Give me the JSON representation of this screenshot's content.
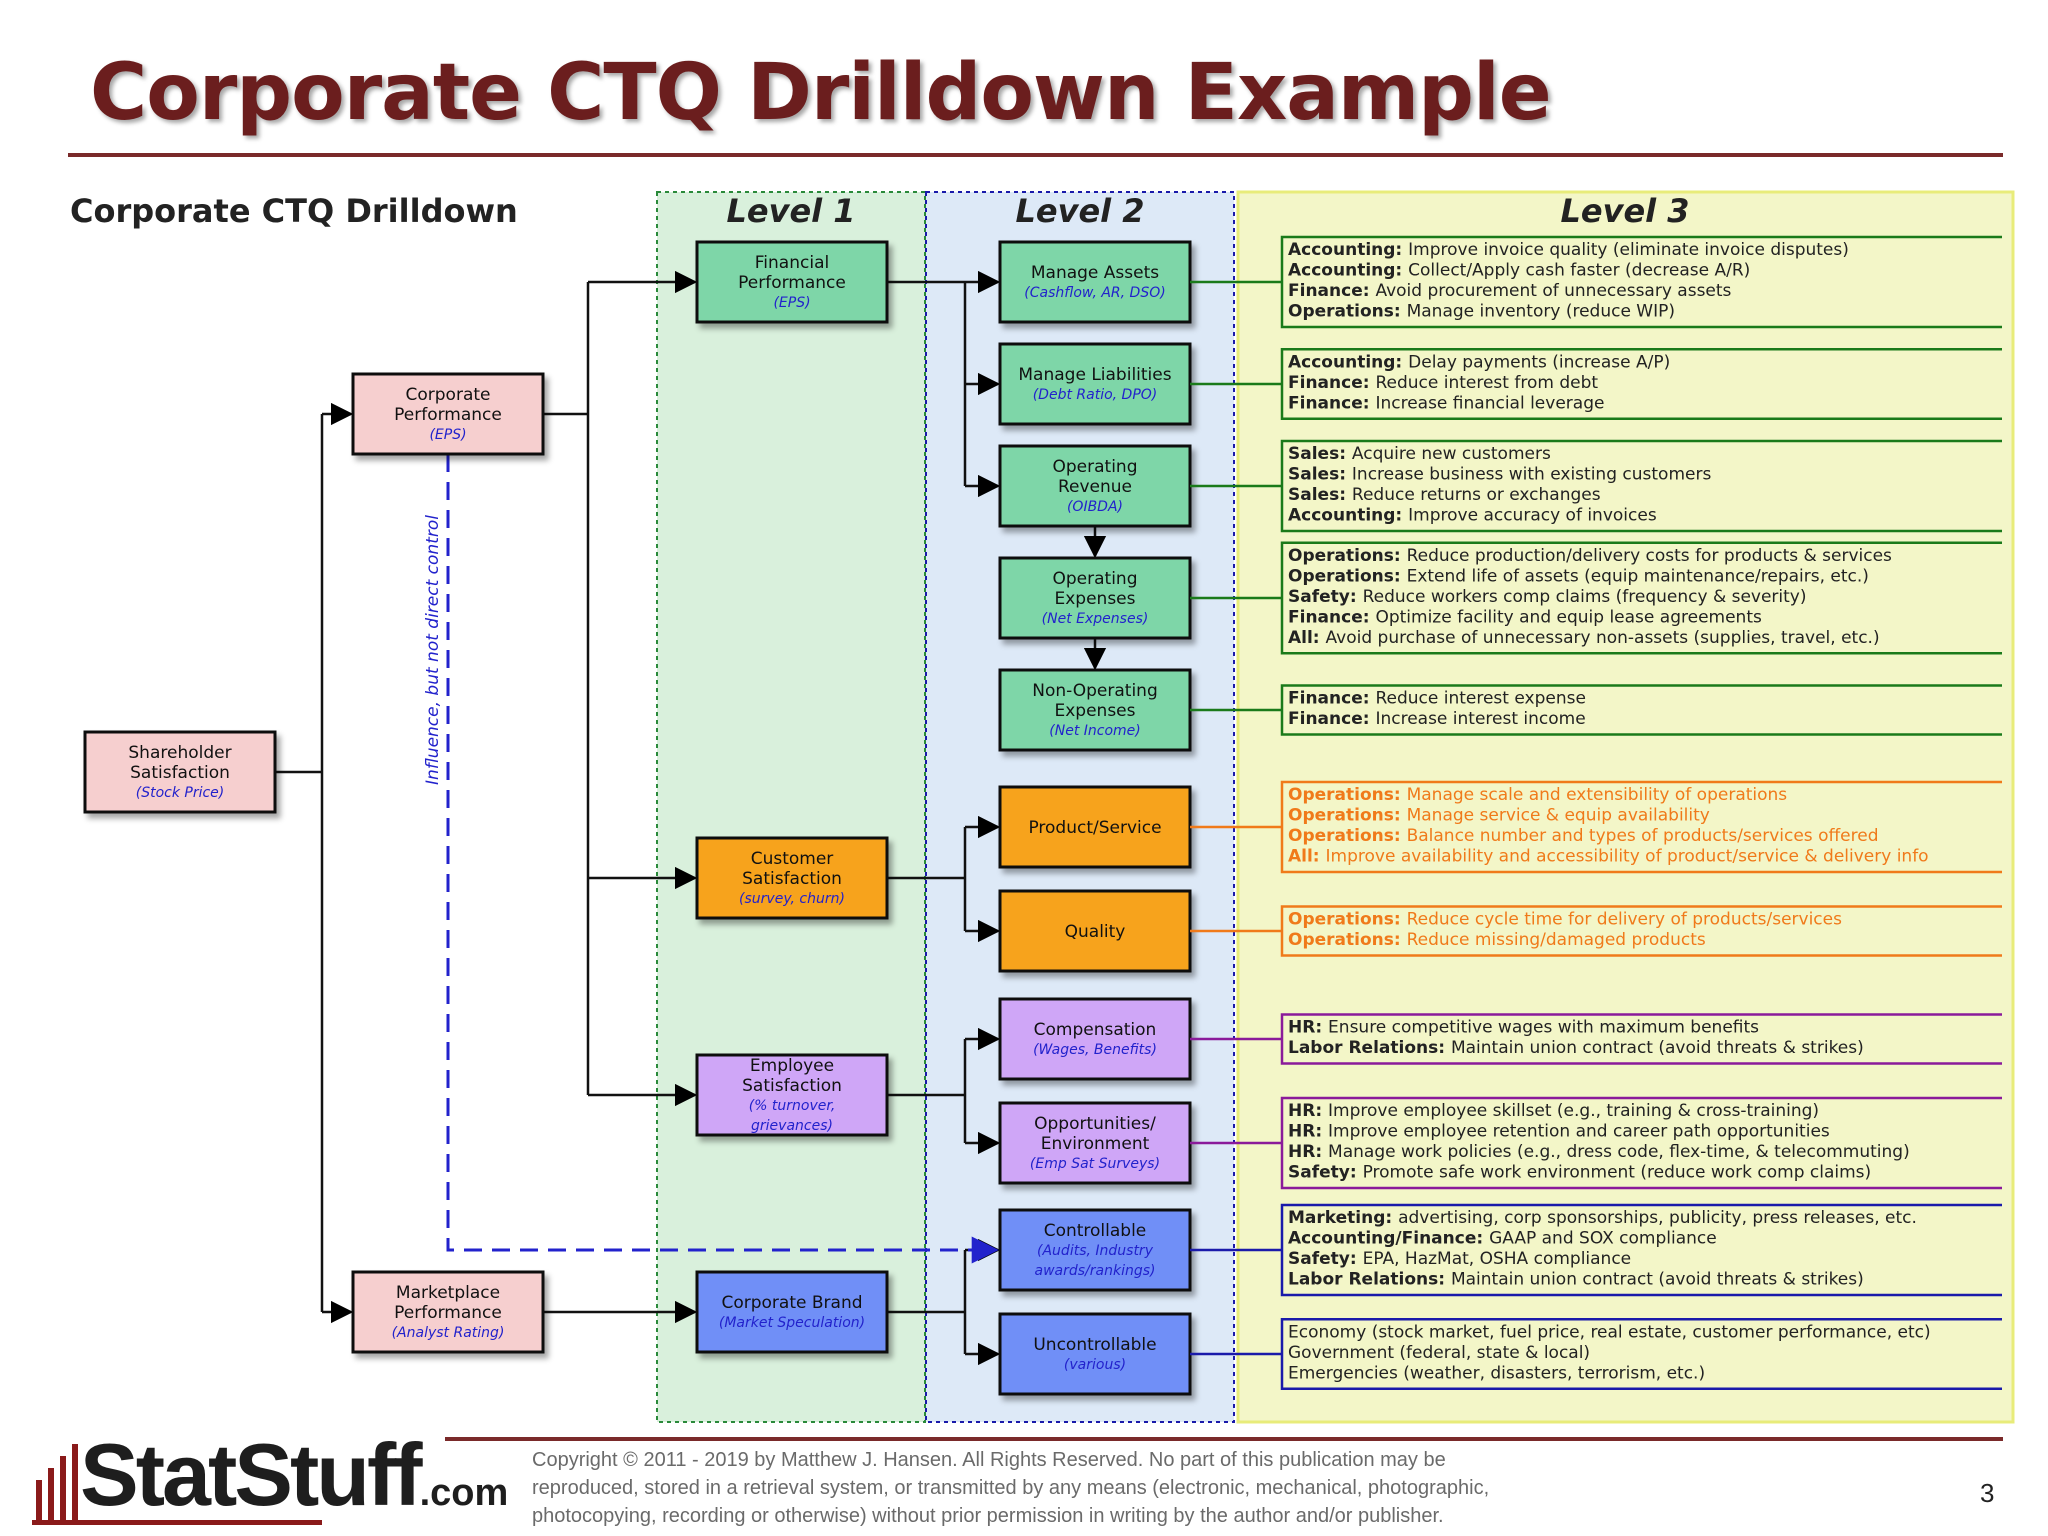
{
  "slide": {
    "title": "Corporate CTQ Drilldown Example",
    "page_number": "3",
    "copyright_lines": [
      "Copyright © 2011 - 2019 by Matthew  J. Hansen.  All Rights Reserved.  No part of this publication may be",
      "reproduced, stored in a retrieval system, or transmitted by any means  (electronic, mechanical, photographic,",
      "photocopying, recording or otherwise) without prior permission in writing by the author and/or publisher."
    ],
    "logo": {
      "text_main": "StatStuff",
      "text_suffix": ".com"
    }
  },
  "diagram": {
    "title": "Corporate CTQ Drilldown",
    "level_headers": [
      "Level 1",
      "Level 2",
      "Level 3"
    ],
    "influence_label": "Influence, but not direct control",
    "colors": {
      "pink": "#f6cfcf",
      "green": "#7ed6a8",
      "orange": "#f7a31c",
      "purple": "#cfa6f7",
      "blue": "#6f8ff7",
      "line_green": "#1a7a1a",
      "line_orange": "#f07a1a",
      "line_purple": "#8a1a9a",
      "line_blue": "#1a1aaa",
      "level1_bg": "#d9f0dc",
      "level2_bg": "#dde9f7",
      "level3_bg": "#f3f6c8",
      "title_sub_color": "#2222cc"
    },
    "level0": [
      {
        "id": "shareholder",
        "lines": [
          "Shareholder",
          "Satisfaction"
        ],
        "sub": "(Stock Price)",
        "color": "pink"
      }
    ],
    "level0b": [
      {
        "id": "corp_perf",
        "lines": [
          "Corporate",
          "Performance"
        ],
        "sub": "(EPS)",
        "color": "pink"
      },
      {
        "id": "market_perf",
        "lines": [
          "Marketplace",
          "Performance"
        ],
        "sub": "(Analyst Rating)",
        "color": "pink"
      }
    ],
    "level1": [
      {
        "id": "fin_perf",
        "lines": [
          "Financial",
          "Performance"
        ],
        "sub": "(EPS)",
        "color": "green"
      },
      {
        "id": "cust_sat",
        "lines": [
          "Customer",
          "Satisfaction"
        ],
        "sub": "(survey, churn)",
        "color": "orange"
      },
      {
        "id": "emp_sat",
        "lines": [
          "Employee",
          "Satisfaction"
        ],
        "sub": "(% turnover,|grievances)",
        "color": "purple"
      },
      {
        "id": "corp_brand",
        "lines": [
          "Corporate Brand"
        ],
        "sub": "(Market Speculation)",
        "color": "blue"
      }
    ],
    "level2": [
      {
        "id": "assets",
        "lines": [
          "Manage Assets"
        ],
        "sub": "(Cashflow, AR, DSO)",
        "color": "green"
      },
      {
        "id": "liab",
        "lines": [
          "Manage Liabilities"
        ],
        "sub": "(Debt Ratio, DPO)",
        "color": "green"
      },
      {
        "id": "oprev",
        "lines": [
          "Operating",
          "Revenue"
        ],
        "sub": "(OIBDA)",
        "color": "green"
      },
      {
        "id": "opexp",
        "lines": [
          "Operating",
          "Expenses"
        ],
        "sub": "(Net Expenses)",
        "color": "green"
      },
      {
        "id": "nonop",
        "lines": [
          "Non-Operating",
          "Expenses"
        ],
        "sub": "(Net Income)",
        "color": "green"
      },
      {
        "id": "prod",
        "lines": [
          "Product/Service"
        ],
        "sub": "",
        "color": "orange"
      },
      {
        "id": "quality",
        "lines": [
          "Quality"
        ],
        "sub": "",
        "color": "orange"
      },
      {
        "id": "comp",
        "lines": [
          "Compensation"
        ],
        "sub": "(Wages, Benefits)",
        "color": "purple"
      },
      {
        "id": "opp",
        "lines": [
          "Opportunities/",
          "Environment"
        ],
        "sub": "(Emp Sat Surveys)",
        "color": "purple"
      },
      {
        "id": "ctrl",
        "lines": [
          "Controllable"
        ],
        "sub": "(Audits, Industry|awards/rankings)",
        "color": "blue"
      },
      {
        "id": "unctrl",
        "lines": [
          "Uncontrollable"
        ],
        "sub": "(various)",
        "color": "blue"
      }
    ],
    "level3": [
      {
        "for": "assets",
        "color": "line_green",
        "items": [
          {
            "label": "Accounting:",
            "text": "Improve invoice quality (eliminate invoice disputes)"
          },
          {
            "label": "Accounting:",
            "text": "Collect/Apply cash faster (decrease A/R)"
          },
          {
            "label": "Finance:",
            "text": "Avoid procurement of unnecessary assets"
          },
          {
            "label": "Operations:",
            "text": "Manage inventory (reduce WIP)"
          }
        ]
      },
      {
        "for": "liab",
        "color": "line_green",
        "items": [
          {
            "label": "Accounting:",
            "text": "Delay payments (increase A/P)"
          },
          {
            "label": "Finance:",
            "text": "Reduce interest from debt"
          },
          {
            "label": "Finance:",
            "text": "Increase financial leverage"
          }
        ]
      },
      {
        "for": "oprev",
        "color": "line_green",
        "items": [
          {
            "label": "Sales:",
            "text": "Acquire new customers"
          },
          {
            "label": "Sales:",
            "text": "Increase business with existing customers"
          },
          {
            "label": "Sales:",
            "text": "Reduce returns or exchanges"
          },
          {
            "label": "Accounting:",
            "text": "Improve accuracy of invoices"
          }
        ]
      },
      {
        "for": "opexp",
        "color": "line_green",
        "items": [
          {
            "label": "Operations:",
            "text": "Reduce production/delivery costs for products & services"
          },
          {
            "label": "Operations:",
            "text": "Extend life of assets (equip maintenance/repairs, etc.)"
          },
          {
            "label": "Safety:",
            "text": "Reduce workers comp claims (frequency & severity)"
          },
          {
            "label": "Finance:",
            "text": "Optimize facility and equip lease agreements"
          },
          {
            "label": "All:",
            "text": "Avoid purchase of unnecessary non-assets (supplies, travel, etc.)"
          }
        ]
      },
      {
        "for": "nonop",
        "color": "line_green",
        "items": [
          {
            "label": "Finance:",
            "text": "Reduce interest expense"
          },
          {
            "label": "Finance:",
            "text": "Increase interest income"
          }
        ]
      },
      {
        "for": "prod",
        "color": "line_orange",
        "items": [
          {
            "label": "Operations:",
            "text": "Manage scale and extensibility of operations"
          },
          {
            "label": "Operations:",
            "text": "Manage service & equip availability"
          },
          {
            "label": "Operations:",
            "text": "Balance number and types of products/services offered"
          },
          {
            "label": "All:",
            "text": "Improve availability and accessibility of product/service & delivery info"
          }
        ]
      },
      {
        "for": "quality",
        "color": "line_orange",
        "items": [
          {
            "label": "Operations:",
            "text": "Reduce cycle time for delivery of products/services"
          },
          {
            "label": "Operations:",
            "text": "Reduce missing/damaged products"
          }
        ]
      },
      {
        "for": "comp",
        "color": "line_purple",
        "items": [
          {
            "label": "HR:",
            "text": "Ensure competitive wages with maximum benefits"
          },
          {
            "label": "Labor Relations:",
            "text": "Maintain union contract (avoid threats & strikes)"
          }
        ]
      },
      {
        "for": "opp",
        "color": "line_purple",
        "items": [
          {
            "label": "HR:",
            "text": "Improve employee skillset (e.g., training & cross-training)"
          },
          {
            "label": "HR:",
            "text": "Improve employee retention and career path opportunities"
          },
          {
            "label": "HR:",
            "text": "Manage work policies (e.g., dress code, flex-time, & telecommuting)"
          },
          {
            "label": "Safety:",
            "text": "Promote safe work environment (reduce work comp claims)"
          }
        ]
      },
      {
        "for": "ctrl",
        "color": "line_blue",
        "items": [
          {
            "label": "Marketing:",
            "text": "advertising, corp sponsorships, publicity, press releases, etc."
          },
          {
            "label": "Accounting/Finance:",
            "text": "GAAP and SOX compliance"
          },
          {
            "label": "Safety:",
            "text": "EPA, HazMat, OSHA compliance"
          },
          {
            "label": "Labor Relations:",
            "text": "Maintain union contract (avoid threats & strikes)"
          }
        ]
      },
      {
        "for": "unctrl",
        "color": "line_blue",
        "items": [
          {
            "label": "",
            "text": "Economy (stock market, fuel price, real estate, customer performance, etc)"
          },
          {
            "label": "",
            "text": "Government (federal, state & local)"
          },
          {
            "label": "",
            "text": "Emergencies (weather, disasters, terrorism, etc.)"
          }
        ]
      }
    ]
  }
}
